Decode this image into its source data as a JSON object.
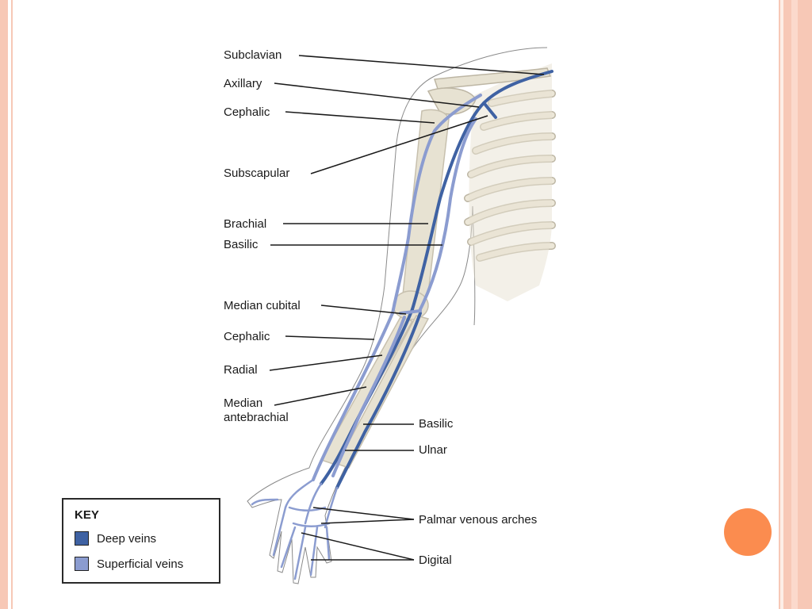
{
  "labels": {
    "subclavian": "Subclavian",
    "axillary": "Axillary",
    "cephalic_upper": "Cephalic",
    "subscapular": "Subscapular",
    "brachial": "Brachial",
    "basilic_upper": "Basilic",
    "median_cubital": "Median cubital",
    "cephalic_lower": "Cephalic",
    "radial": "Radial",
    "median_antebrachial_1": "Median",
    "median_antebrachial_2": "antebrachial",
    "basilic_lower": "Basilic",
    "ulnar": "Ulnar",
    "palmar": "Palmar venous arches",
    "digital": "Digital"
  },
  "key": {
    "title": "KEY",
    "deep": "Deep veins",
    "superficial": "Superficial veins"
  },
  "colors": {
    "deep_vein": "#3f62a3",
    "superficial_vein": "#8b9cd0",
    "bone": "#e7e2d2",
    "accent": "#fb8c4f",
    "border": "#f7c8b6"
  }
}
